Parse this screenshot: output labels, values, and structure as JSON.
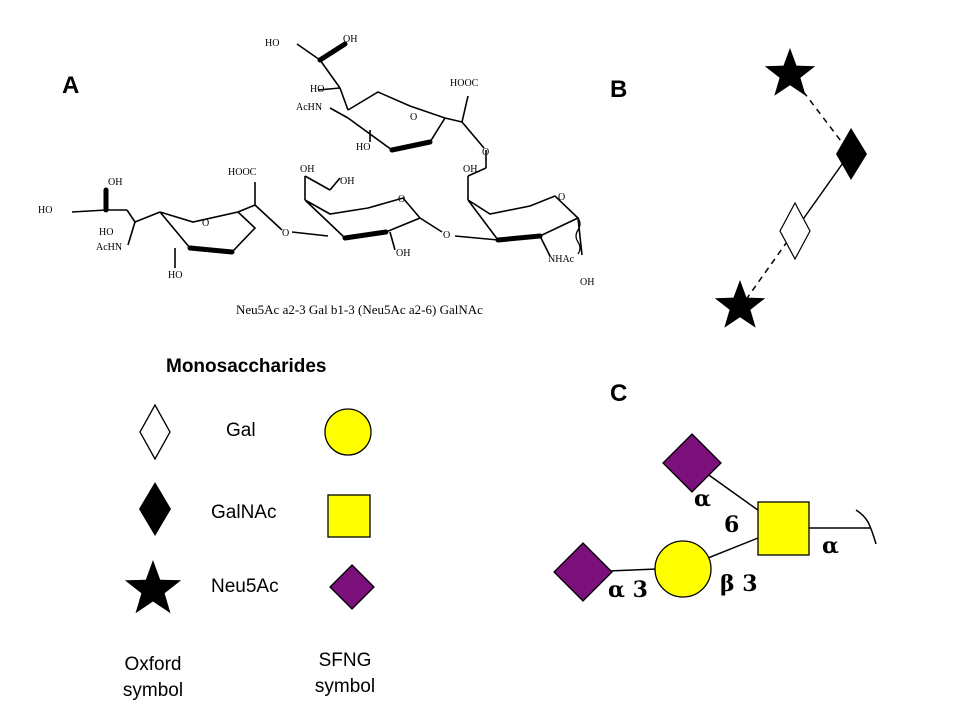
{
  "panels": {
    "a": {
      "label": "A",
      "caption": "Neu5Ac a2-3 Gal b1-3 (Neu5Ac a2-6) GalNAc"
    },
    "b": {
      "label": "B"
    },
    "c": {
      "label": "C"
    }
  },
  "structure_labels": {
    "ho_1": "HO",
    "oh_1": "OH",
    "ho_2": "HO",
    "achn_1": "AcHN",
    "hooc_1": "HOOC",
    "ho_3": "HO",
    "hooc_2": "HOOC",
    "oh_2": "OH",
    "ho_4": "HO",
    "achn_2": "AcHN",
    "ho_5": "HO",
    "ho_6": "HO",
    "oh_3": "OH",
    "oh_4": "OH",
    "oh_5": "OH",
    "oh_6": "OH",
    "nhac": "NHAc",
    "oh_7": "OH",
    "o_ring_1": "O",
    "o_ring_2": "O",
    "o_ring_3": "O",
    "o_ring_4": "O",
    "o_link_1": "O",
    "o_link_2": "O",
    "o_link_3": "O"
  },
  "legend": {
    "title": "Monosaccharides",
    "items": [
      {
        "name": "Gal",
        "oxford_icon": "white-diamond",
        "sfng_icon": "yellow-circle",
        "sfng_color": "#ffff00"
      },
      {
        "name": "GalNAc",
        "oxford_icon": "black-diamond",
        "sfng_icon": "yellow-square",
        "sfng_color": "#ffff00"
      },
      {
        "name": "Neu5Ac",
        "oxford_icon": "black-star",
        "sfng_icon": "purple-diamond",
        "sfng_color": "#7b0f7b"
      }
    ],
    "oxford_label": "Oxford\nsymbol",
    "sfng_label": "SFNG\nsymbol"
  },
  "glycan_c": {
    "labels": {
      "top_anomer": "α",
      "top_position": "6",
      "root_anomer": "α",
      "left_linkage": "α 3",
      "gal_linkage": "β 3"
    }
  }
}
